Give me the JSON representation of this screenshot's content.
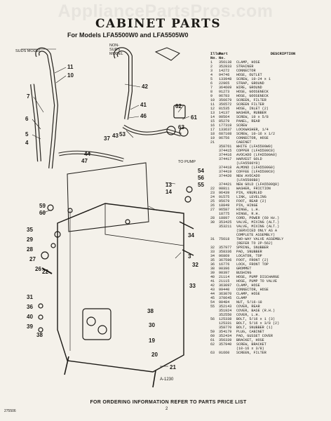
{
  "watermark": "AppliancePartsPros.com",
  "title": "CABINET PARTS",
  "subtitle": "For Models LFA5500W0 and LFA5505W0",
  "diagram": {
    "suds_model_label": "SUDS MODEL",
    "non_suds_model_label": [
      "NON-",
      "SUDS",
      "MODEL"
    ],
    "to_pump_label": "TO PUMP",
    "figure_ref": "A-1230",
    "callouts": [
      "11",
      "10",
      "7",
      "6",
      "5",
      "4",
      "42",
      "41",
      "46",
      "43",
      "53",
      "62",
      "61",
      "63",
      "44",
      "47",
      "54",
      "56",
      "55",
      "13",
      "14",
      "59",
      "60",
      "35",
      "29",
      "28",
      "27",
      "26",
      "22",
      "34",
      "3",
      "32",
      "33",
      "31",
      "36",
      "40",
      "39",
      "38",
      "38",
      "30",
      "19",
      "20",
      "21",
      "37"
    ]
  },
  "parts_list": {
    "headers": {
      "illus": "Illus. No.",
      "part": "Part No.",
      "desc": "DESCRIPTION"
    },
    "rows": [
      [
        "1",
        "356138",
        "CLAMP, HOSE"
      ],
      [
        "2",
        "352833",
        "STRAINER"
      ],
      [
        "3",
        "14272",
        "CONNECTOR"
      ],
      [
        "4",
        "94746",
        "HOSE, OUTLET"
      ],
      [
        "5",
        "133948",
        "SCREW, 10-24 x 1"
      ],
      [
        "6",
        "22965",
        "STRAP, GROUND"
      ],
      [
        "7",
        "364609",
        "WIRE, GROUND"
      ],
      [
        "8",
        "91273",
        "HOSE, GOOSENECK"
      ],
      [
        "9",
        "96783",
        "HOSE, GOOSENECK"
      ],
      [
        "10",
        "356679",
        "SCREEN, FILTER"
      ],
      [
        "11",
        "356572",
        "SCREEN FILTER"
      ],
      [
        "12",
        "81535",
        "HOSE, INLET (2)"
      ],
      [
        "13",
        "14137",
        "WASHER, RUBBER"
      ],
      [
        "14",
        "90564",
        "SCREW, 10 x 5/8"
      ],
      [
        "15",
        "85279",
        "PANEL, REAR"
      ],
      [
        "16",
        "177319",
        "SCREW"
      ],
      [
        "17",
        "133637",
        "LOCKWASHER, 1/4"
      ],
      [
        "18",
        "687108",
        "SCREW, 10-16 x 1/2"
      ],
      [
        "19",
        "96756",
        "CONNECTOR, HOSE"
      ],
      [
        "21",
        "",
        "CABINET"
      ],
      [
        "",
        "358761",
        "WHITE (LFA5500W0)"
      ],
      [
        "",
        "374415",
        "COPPER (LFA5500C0)"
      ],
      [
        "",
        "374416",
        "AVOCADO (LFA5500A0)"
      ],
      [
        "",
        "374417",
        "HARVEST GOLD"
      ],
      [
        "",
        "",
        "(LFA5500Y0)"
      ],
      [
        "",
        "374418",
        "ALMOND (LFA5500G0)"
      ],
      [
        "",
        "374419",
        "COFFEE (LFA5500C0)"
      ],
      [
        "",
        "374420",
        "NEW AVOCADO"
      ],
      [
        "",
        "",
        "(LFA5500B0)"
      ],
      [
        "",
        "374421",
        "NEW GOLD (LFA5500Q0)"
      ],
      [
        "22",
        "98811",
        "WASHER, FRICTION"
      ],
      [
        "23",
        "96439",
        "PIN, KNURLED"
      ],
      [
        "24",
        "91575",
        "LINK, LEVELING"
      ],
      [
        "25",
        "95679",
        "FOOT, REAR (2)"
      ],
      [
        "26",
        "18849",
        "PIN, HINGE"
      ],
      [
        "27",
        "96587",
        "HINGE, L.H."
      ],
      [
        "",
        "18775",
        "HINGE, R.H."
      ],
      [
        "28",
        "18897",
        "CORD, POWER (60 Hz.)"
      ],
      [
        "30",
        "353425",
        "VALVE, MIXING (ALT.)"
      ],
      [
        "",
        "353211",
        "VALVE, MIXING (ALT.)"
      ],
      [
        "",
        "",
        "(SERVICED ONLY AS A"
      ],
      [
        "",
        "",
        "COMPLETE ASSEMBLY)"
      ],
      [
        "31",
        "75618",
        "TWO-WAY VALVE ASSEMBLY"
      ],
      [
        "",
        "",
        "(REFER TO 2P-562)"
      ],
      [
        "32",
        "357977",
        "SPRING, SNUBBER"
      ],
      [
        "33",
        "358336",
        "PAD, SNUBBER"
      ],
      [
        "34",
        "96869",
        "LOCATOR, TOP"
      ],
      [
        "35",
        "367596",
        "FOOT, FRONT (2)"
      ],
      [
        "36",
        "16776",
        "LOCK, FRONT TOP"
      ],
      [
        "38",
        "90396",
        "GROMMET"
      ],
      [
        "39",
        "90397",
        "BUSHING"
      ],
      [
        "40",
        "21114",
        "HOSE, PUMP DISCHARGE"
      ],
      [
        "41",
        "21115",
        "HOSE, PUMP TO VALVE"
      ],
      [
        "42",
        "363097",
        "CLAMP, HOSE"
      ],
      [
        "43",
        "99440",
        "CONNECTOR, HOSE"
      ],
      [
        "44",
        "363070",
        "CLAMP, HOSE"
      ],
      [
        "45",
        "370645",
        "CLAMP"
      ],
      [
        "54",
        "90484",
        "NUT, 5/16-18"
      ],
      [
        "55",
        "352143",
        "COVER, REAR"
      ],
      [
        "",
        "351924",
        "COVER, BASE (R.H.)"
      ],
      [
        "",
        "352550",
        "COVER, L.H."
      ],
      [
        "56",
        "125338",
        "BOLT, 5/16 x 1 (3)"
      ],
      [
        "",
        "125331",
        "BOLT, 5/16 x 3/8 (2)"
      ],
      [
        "",
        "358770",
        "BOLT, SNUBBER (1)"
      ],
      [
        "59",
        "354179",
        "PLUG, CABINET"
      ],
      [
        "60",
        "352434",
        "PAD, GUSSET COVER"
      ],
      [
        "61",
        "356339",
        "BRACKET, HOSE"
      ],
      [
        "62",
        "357940",
        "SCREW, BRACKET"
      ],
      [
        "",
        "",
        "(10-16 x 3/8)"
      ],
      [
        "63",
        "91660",
        "SCREEN, FILTER"
      ]
    ]
  },
  "footer": "FOR ORDERING INFORMATION REFER TO PARTS PRICE LIST",
  "doc_number": "275506",
  "page_number": "2"
}
